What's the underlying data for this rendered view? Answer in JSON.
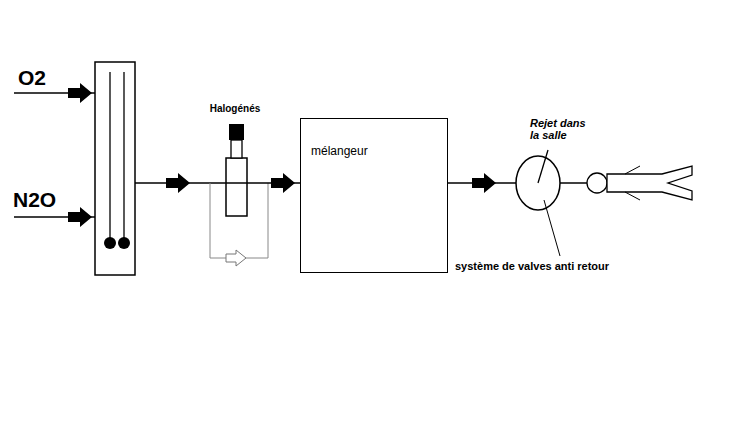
{
  "diagram": {
    "nodes": [
      {
        "text": [
          "Halogénés"
        ]
      },
      {
        "text": [
          "mélangeur"
        ]
      }
    ],
    "edges": [
      {
        "from": 0,
        "to": 1,
        "arrow": "to"
      }
    ],
    "labels": [
      "O2",
      "N2O",
      "Rejet dans la salle",
      "système de valves anti retour"
    ]
  }
}
